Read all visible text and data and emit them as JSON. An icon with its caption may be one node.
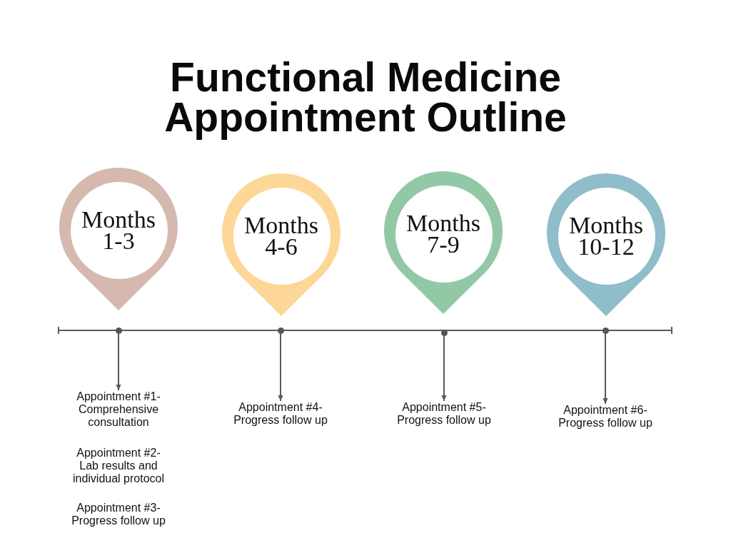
{
  "diagram": {
    "title": "Functional Medicine Appointment Outline",
    "nodes": [
      {
        "text": [
          "Months 1-3"
        ]
      },
      {
        "text": [
          "Months 4-6"
        ]
      },
      {
        "text": [
          "Months 7-9"
        ]
      },
      {
        "text": [
          "Months 10-12"
        ]
      },
      {
        "text": [],
        "shape": "circle"
      },
      {
        "text": [],
        "shape": "circle"
      },
      {
        "text": [],
        "shape": "circle"
      },
      {
        "text": [],
        "shape": "circle"
      },
      {
        "text": [
          "Appointment #1- Comprehensive consultation"
        ]
      },
      {
        "text": [
          "Appointment #2- Lab results and individual protocol"
        ]
      },
      {
        "text": [
          "Appointment #3- Progress follow up"
        ]
      },
      {
        "text": [
          "Appointment #4- Progress follow up"
        ]
      },
      {
        "text": [
          "Appointment #5- Progress follow up"
        ]
      },
      {
        "text": [
          "Appointment #6- Progress follow up"
        ]
      }
    ],
    "edges": [
      {
        "from": 4,
        "to": 8,
        "arrow": "to"
      },
      {
        "from": 5,
        "to": 11,
        "arrow": "to"
      },
      {
        "from": 6,
        "to": 12,
        "arrow": "to"
      },
      {
        "from": 7,
        "to": 13,
        "arrow": "to"
      }
    ]
  }
}
